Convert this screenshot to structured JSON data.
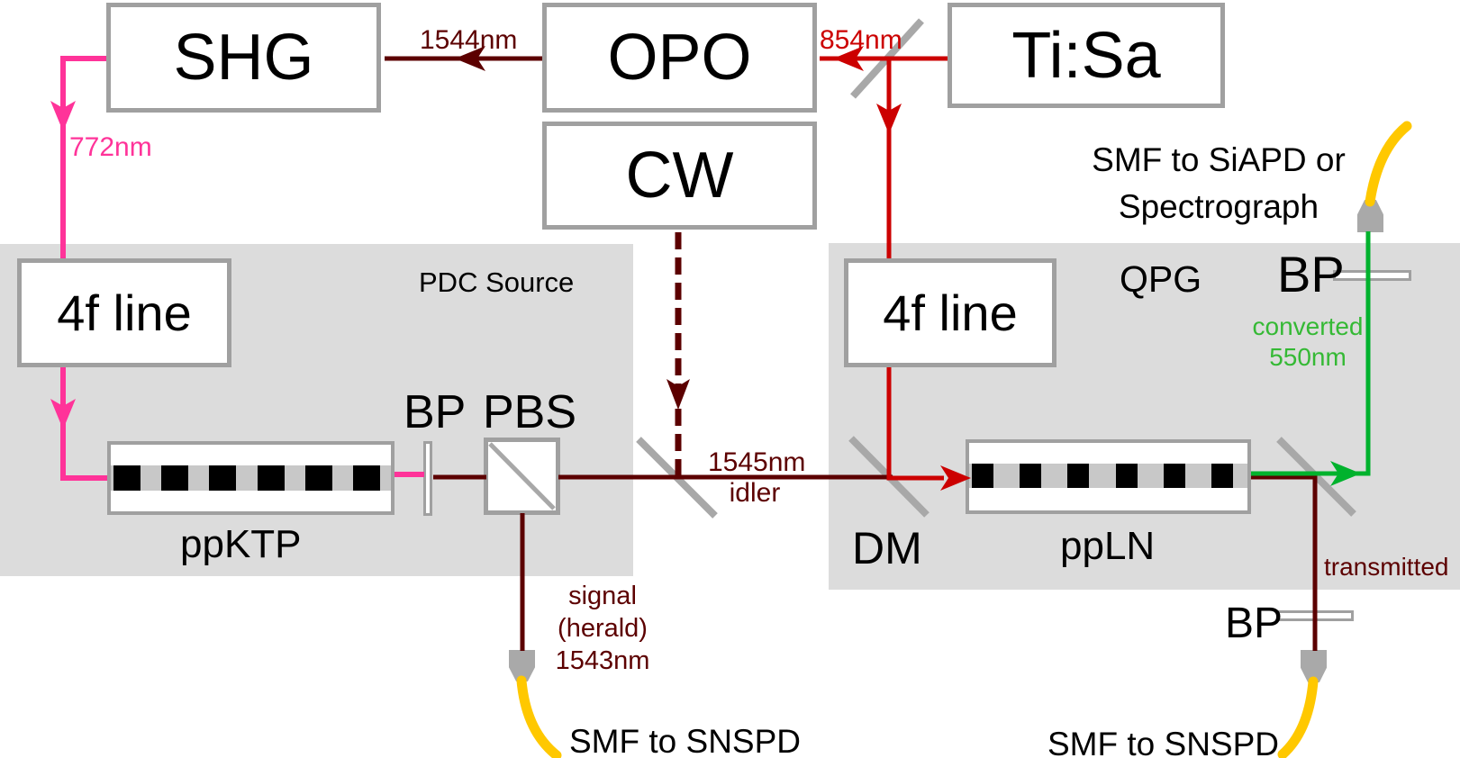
{
  "title": "Quantum frequency conversion experimental setup diagram",
  "colors": {
    "maroon": "#5c0000",
    "red": "#cc0000",
    "pink": "#ff3399",
    "green": "#00b22d",
    "green_text": "#35b935",
    "fiber_yellow": "#ffc800",
    "region_gray": "#dcdcdc",
    "stripe_gray": "#c8c8c8",
    "border_gray": "#a0a0a0",
    "optic_gray": "#a8a8a8",
    "coupler_gray": "#a9a9a9",
    "text_black": "#000000"
  },
  "regions": {
    "pdc": "PDC Source",
    "qpg": "QPG"
  },
  "boxes": {
    "shg": "SHG",
    "opo": "OPO",
    "cw": "CW",
    "tisa": "Ti:Sa",
    "fourf_left": "4f line",
    "fourf_right": "4f line"
  },
  "crystals": {
    "ppktp": "ppKTP",
    "ppln": "ppLN",
    "ppktp_squares": 6,
    "ppln_squares": 6
  },
  "optics": {
    "bp_left": "BP",
    "pbs": "PBS",
    "dm": "DM",
    "bp_top_right": "BP",
    "bp_bottom_right": "BP"
  },
  "beams": {
    "opo_to_shg_wavelength": "1544nm",
    "tisa_pump_wavelength": "854nm",
    "shg_output_wavelength": "772nm",
    "idler_wavelength": "1545nm",
    "idler_word": "idler",
    "signal_label": "signal (herald)",
    "signal_wavelength": "1543nm",
    "converted_word": "converted",
    "converted_wavelength": "550nm",
    "transmitted_word": "transmitted"
  },
  "outputs": {
    "smf_snspd_left": "SMF to SNSPD",
    "smf_snspd_right": "SMF to SNSPD",
    "smf_siapd_line1": "SMF to SiAPD or",
    "smf_siapd_line2": "Spectrograph"
  }
}
